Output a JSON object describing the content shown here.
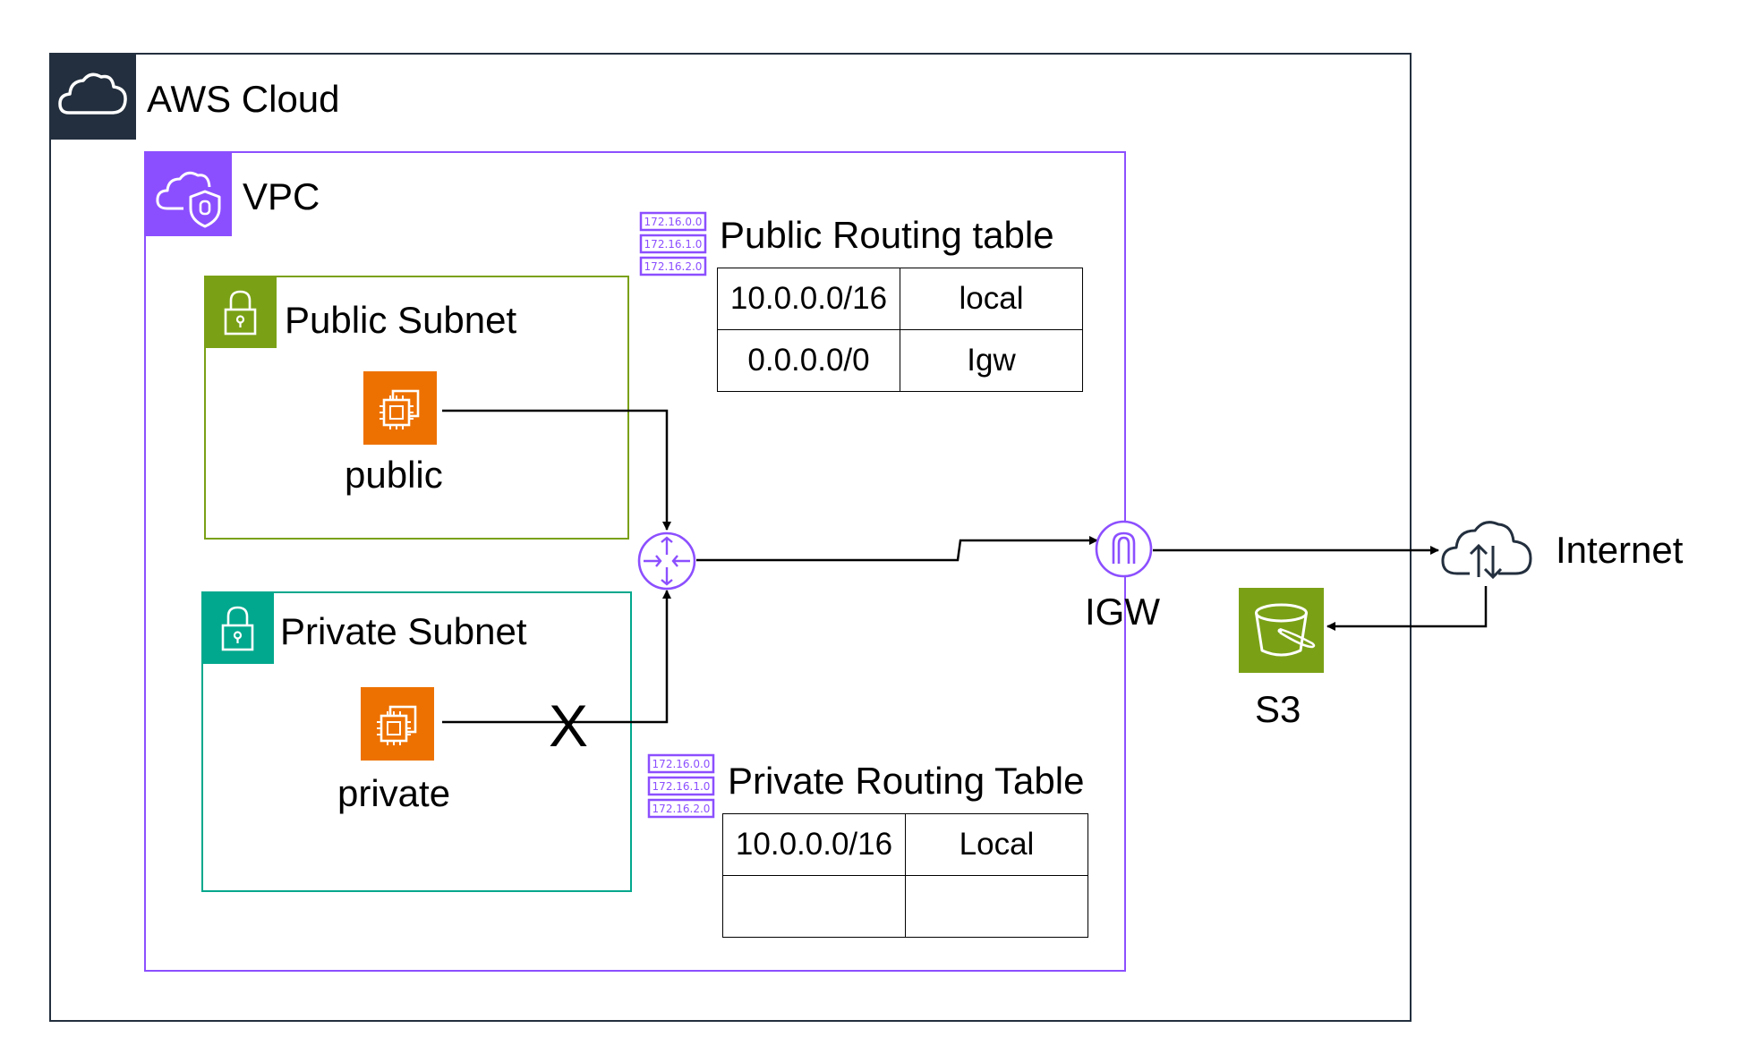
{
  "aws_cloud": {
    "title": "AWS Cloud",
    "icon": "cloud-icon",
    "color": "#232F3E"
  },
  "vpc": {
    "title": "VPC",
    "icon": "vpc-cloud-shield-icon",
    "color": "#8C4FFF"
  },
  "public_subnet": {
    "title": "Public Subnet",
    "icon": "lock-icon",
    "color": "#7AA116",
    "instance_label": "public",
    "instance_icon": "ec2-instance-icon"
  },
  "private_subnet": {
    "title": "Private Subnet",
    "icon": "lock-icon",
    "color": "#01A88D",
    "instance_label": "private",
    "instance_icon": "ec2-instance-icon"
  },
  "public_routing_table": {
    "title": "Public Routing table",
    "icon": "route-table-icon",
    "rows": [
      [
        "10.0.0.0/16",
        "local"
      ],
      [
        "0.0.0.0/0",
        "Igw"
      ]
    ]
  },
  "private_routing_table": {
    "title": "Private Routing Table",
    "icon": "route-table-icon",
    "rows": [
      [
        "10.0.0.0/16",
        "Local"
      ],
      [
        "",
        ""
      ]
    ]
  },
  "router": {
    "icon": "router-icon"
  },
  "igw": {
    "label": "IGW",
    "icon": "internet-gateway-icon"
  },
  "internet": {
    "label": "Internet",
    "icon": "internet-cloud-icon"
  },
  "s3": {
    "label": "S3",
    "icon": "s3-bucket-icon",
    "color": "#7AA116"
  },
  "blocked_marker": "X",
  "ec2_color": "#ED7100",
  "route_icon_labels": [
    "172.16.0.0",
    "172.16.1.0",
    "172.16.2.0"
  ]
}
